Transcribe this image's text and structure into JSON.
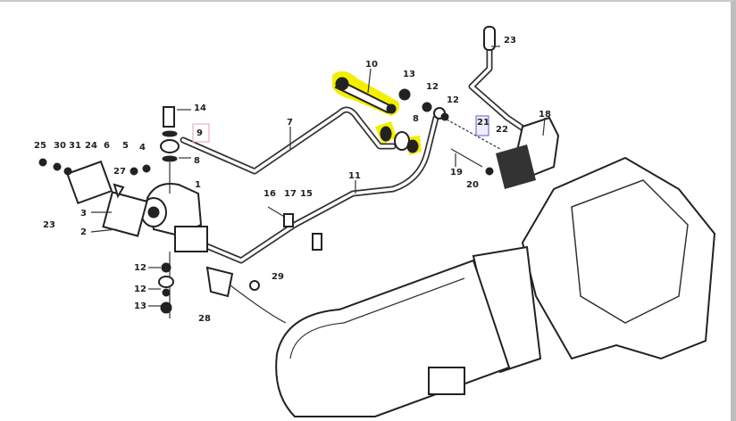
{
  "diagram": {
    "labels": [
      "14",
      "9",
      "8",
      "25",
      "30",
      "31",
      "24",
      "6",
      "5",
      "4",
      "27",
      "1",
      "3",
      "2",
      "23",
      "12",
      "12",
      "13",
      "28",
      "29",
      "7",
      "10",
      "13",
      "12",
      "12",
      "8",
      "11",
      "16",
      "17",
      "15",
      "19",
      "20",
      "21",
      "22",
      "18",
      "23"
    ],
    "highlight_color": "#f4ef00",
    "highlighted_parts": [
      "10",
      "8"
    ],
    "boxed_labels": [
      {
        "label_index": 1,
        "color": "#e8a0b0"
      },
      {
        "label_index": 32,
        "color": "#5a5ae0"
      }
    ]
  }
}
